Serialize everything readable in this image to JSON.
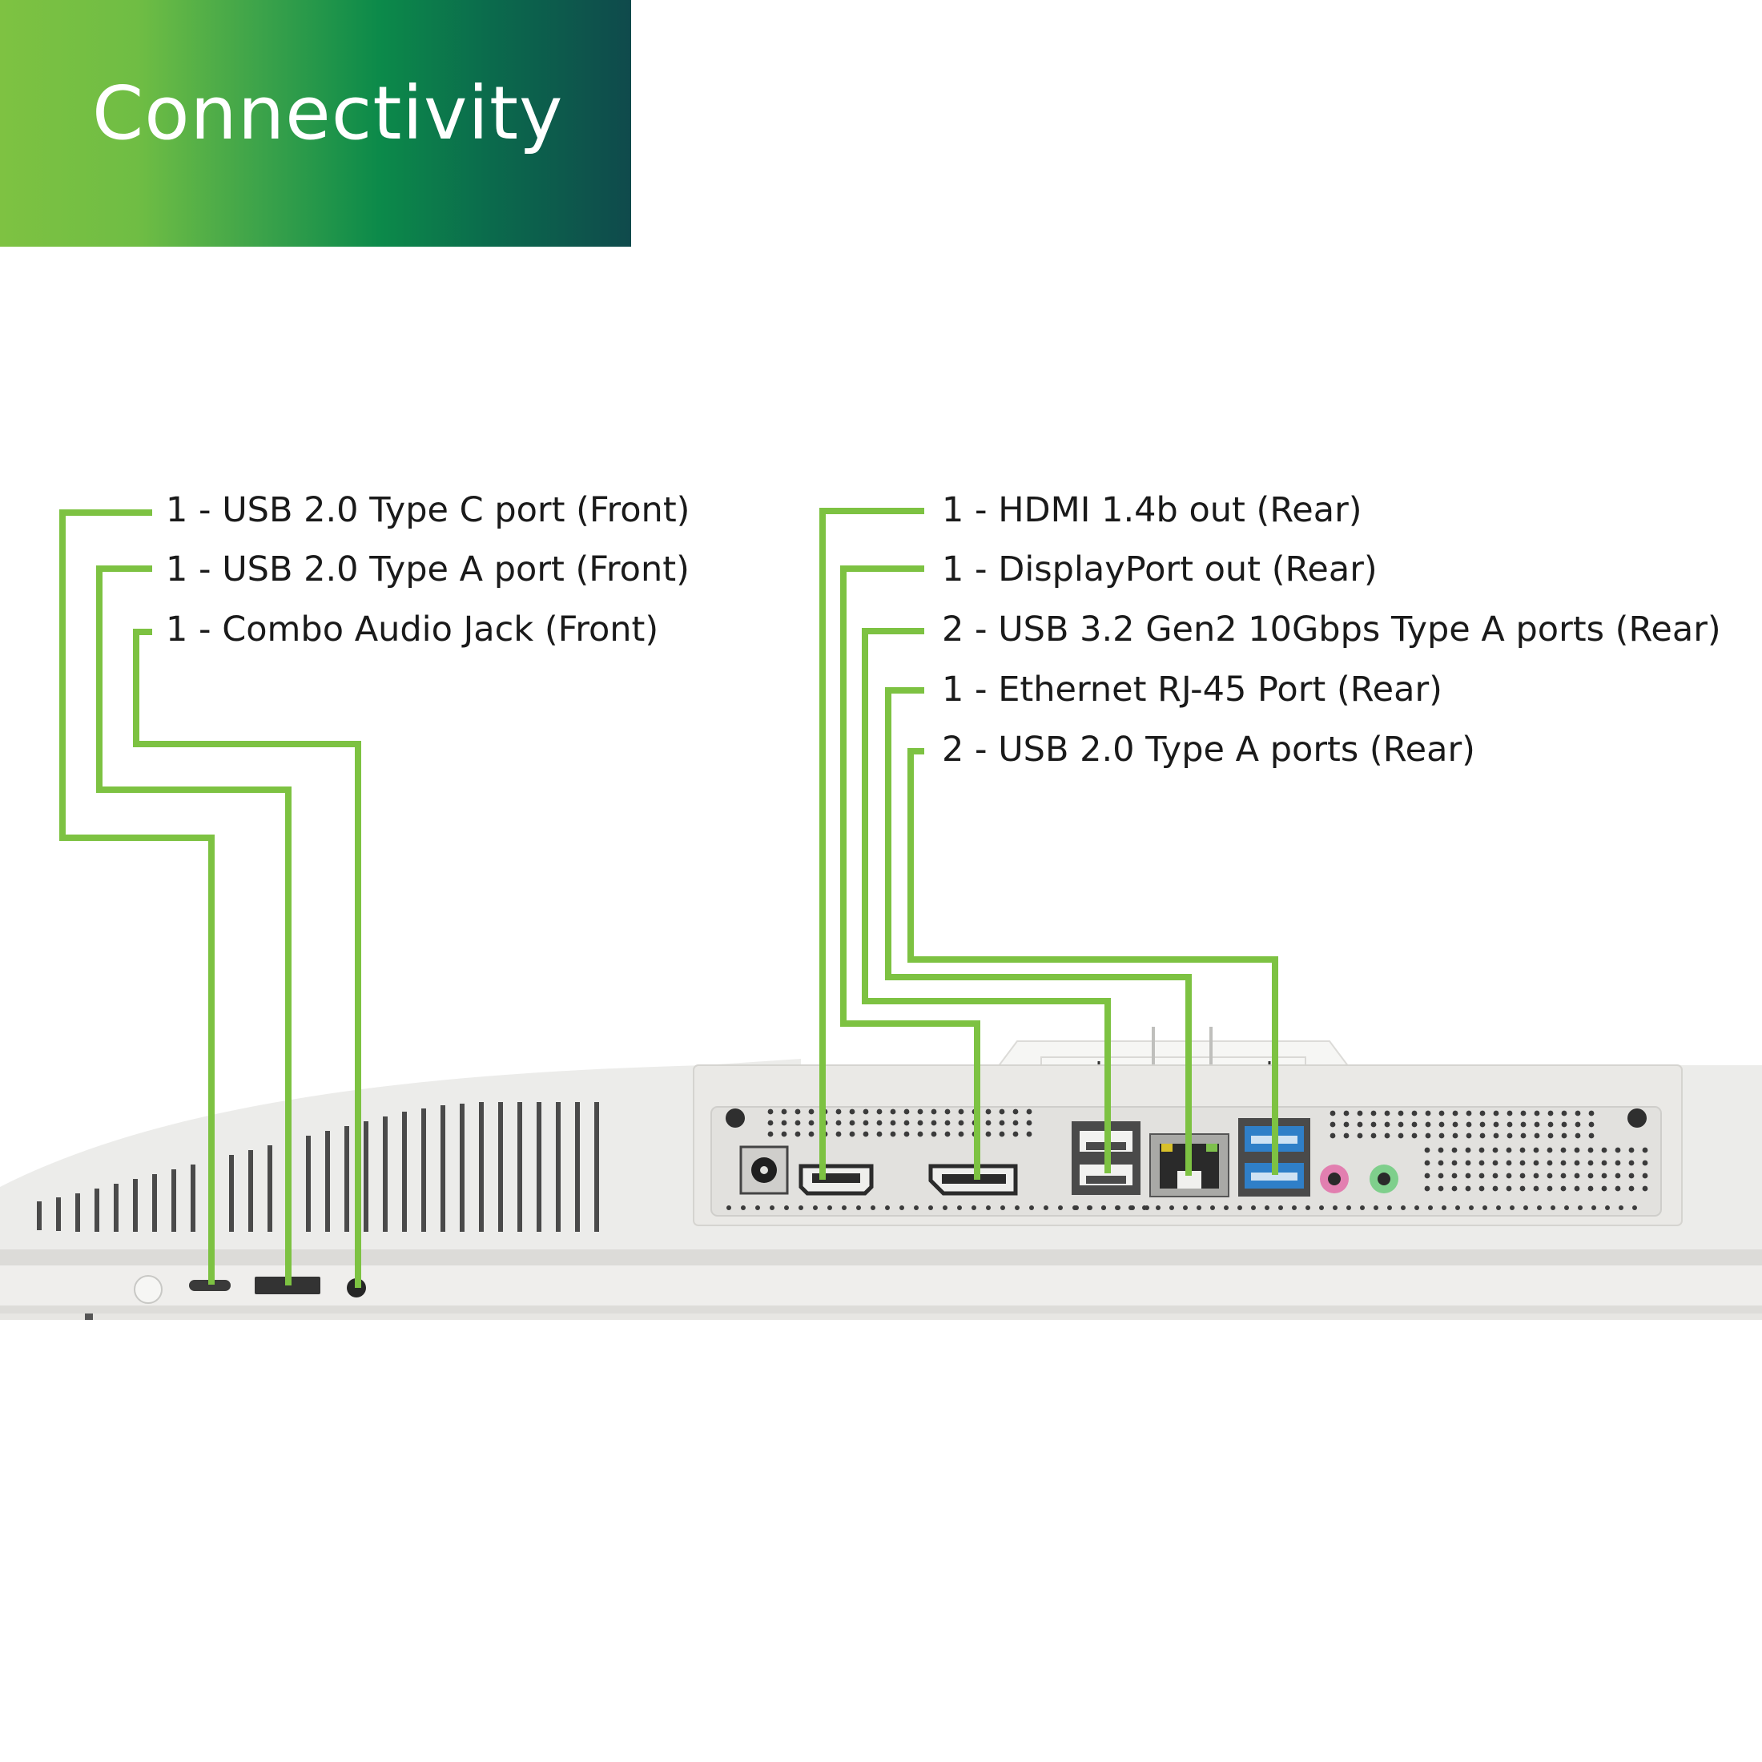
{
  "title": "Connectivity",
  "colors": {
    "banner_start": "#7ec242",
    "banner_end": "#0f4a4c",
    "leader_line": "#7dc242",
    "label_text": "#1a1a1a",
    "monitor_body": "#ecebe8",
    "usb3_port": "#2f7fc8",
    "mic_jack": "#e27fb0",
    "headphone_jack": "#7fcf8c"
  },
  "front_ports": [
    {
      "label": "1 - USB 2.0 Type C port (Front)",
      "icon": "usb-c-port"
    },
    {
      "label": "1 - USB 2.0 Type A port (Front)",
      "icon": "usb-a-port"
    },
    {
      "label": "1 - Combo Audio Jack (Front)",
      "icon": "audio-jack"
    }
  ],
  "rear_ports": [
    {
      "label": "1 - HDMI 1.4b out (Rear)",
      "icon": "hdmi-port"
    },
    {
      "label": "1 - DisplayPort out (Rear)",
      "icon": "displayport-port"
    },
    {
      "label": "2 - USB 3.2 Gen2 10Gbps Type A ports (Rear)",
      "icon": "usb3-port"
    },
    {
      "label": "1 - Ethernet RJ-45 Port (Rear)",
      "icon": "ethernet-port"
    },
    {
      "label": "2 - USB 2.0 Type A ports (Rear)",
      "icon": "usb2-port"
    }
  ]
}
